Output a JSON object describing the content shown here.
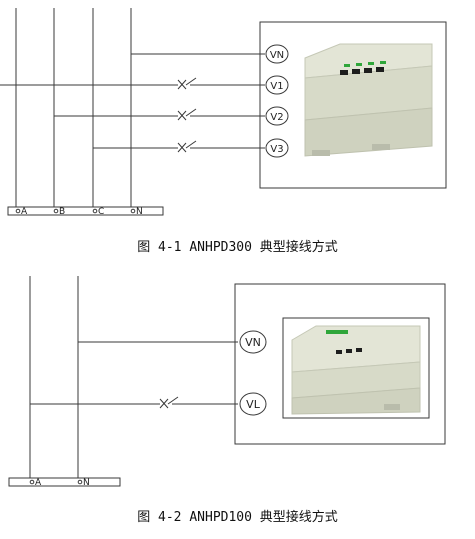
{
  "colors": {
    "line": "#3a3a3a",
    "device_body": "#d9dccb",
    "device_shadow": "#b9bcab",
    "terminal": "#2fa63a"
  },
  "diagram1": {
    "caption": "图 4-1 ANHPD300 典型接线方式",
    "buses": [
      "A",
      "B",
      "C",
      "N"
    ],
    "terminals": [
      "VN",
      "V1",
      "V2",
      "V3"
    ],
    "device_image": "meter-photo-4-terminal"
  },
  "diagram2": {
    "caption": "图 4-2 ANHPD100 典型接线方式",
    "buses": [
      "A",
      "N"
    ],
    "terminals": [
      "VN",
      "VL"
    ],
    "device_image": "meter-photo-2-terminal"
  }
}
